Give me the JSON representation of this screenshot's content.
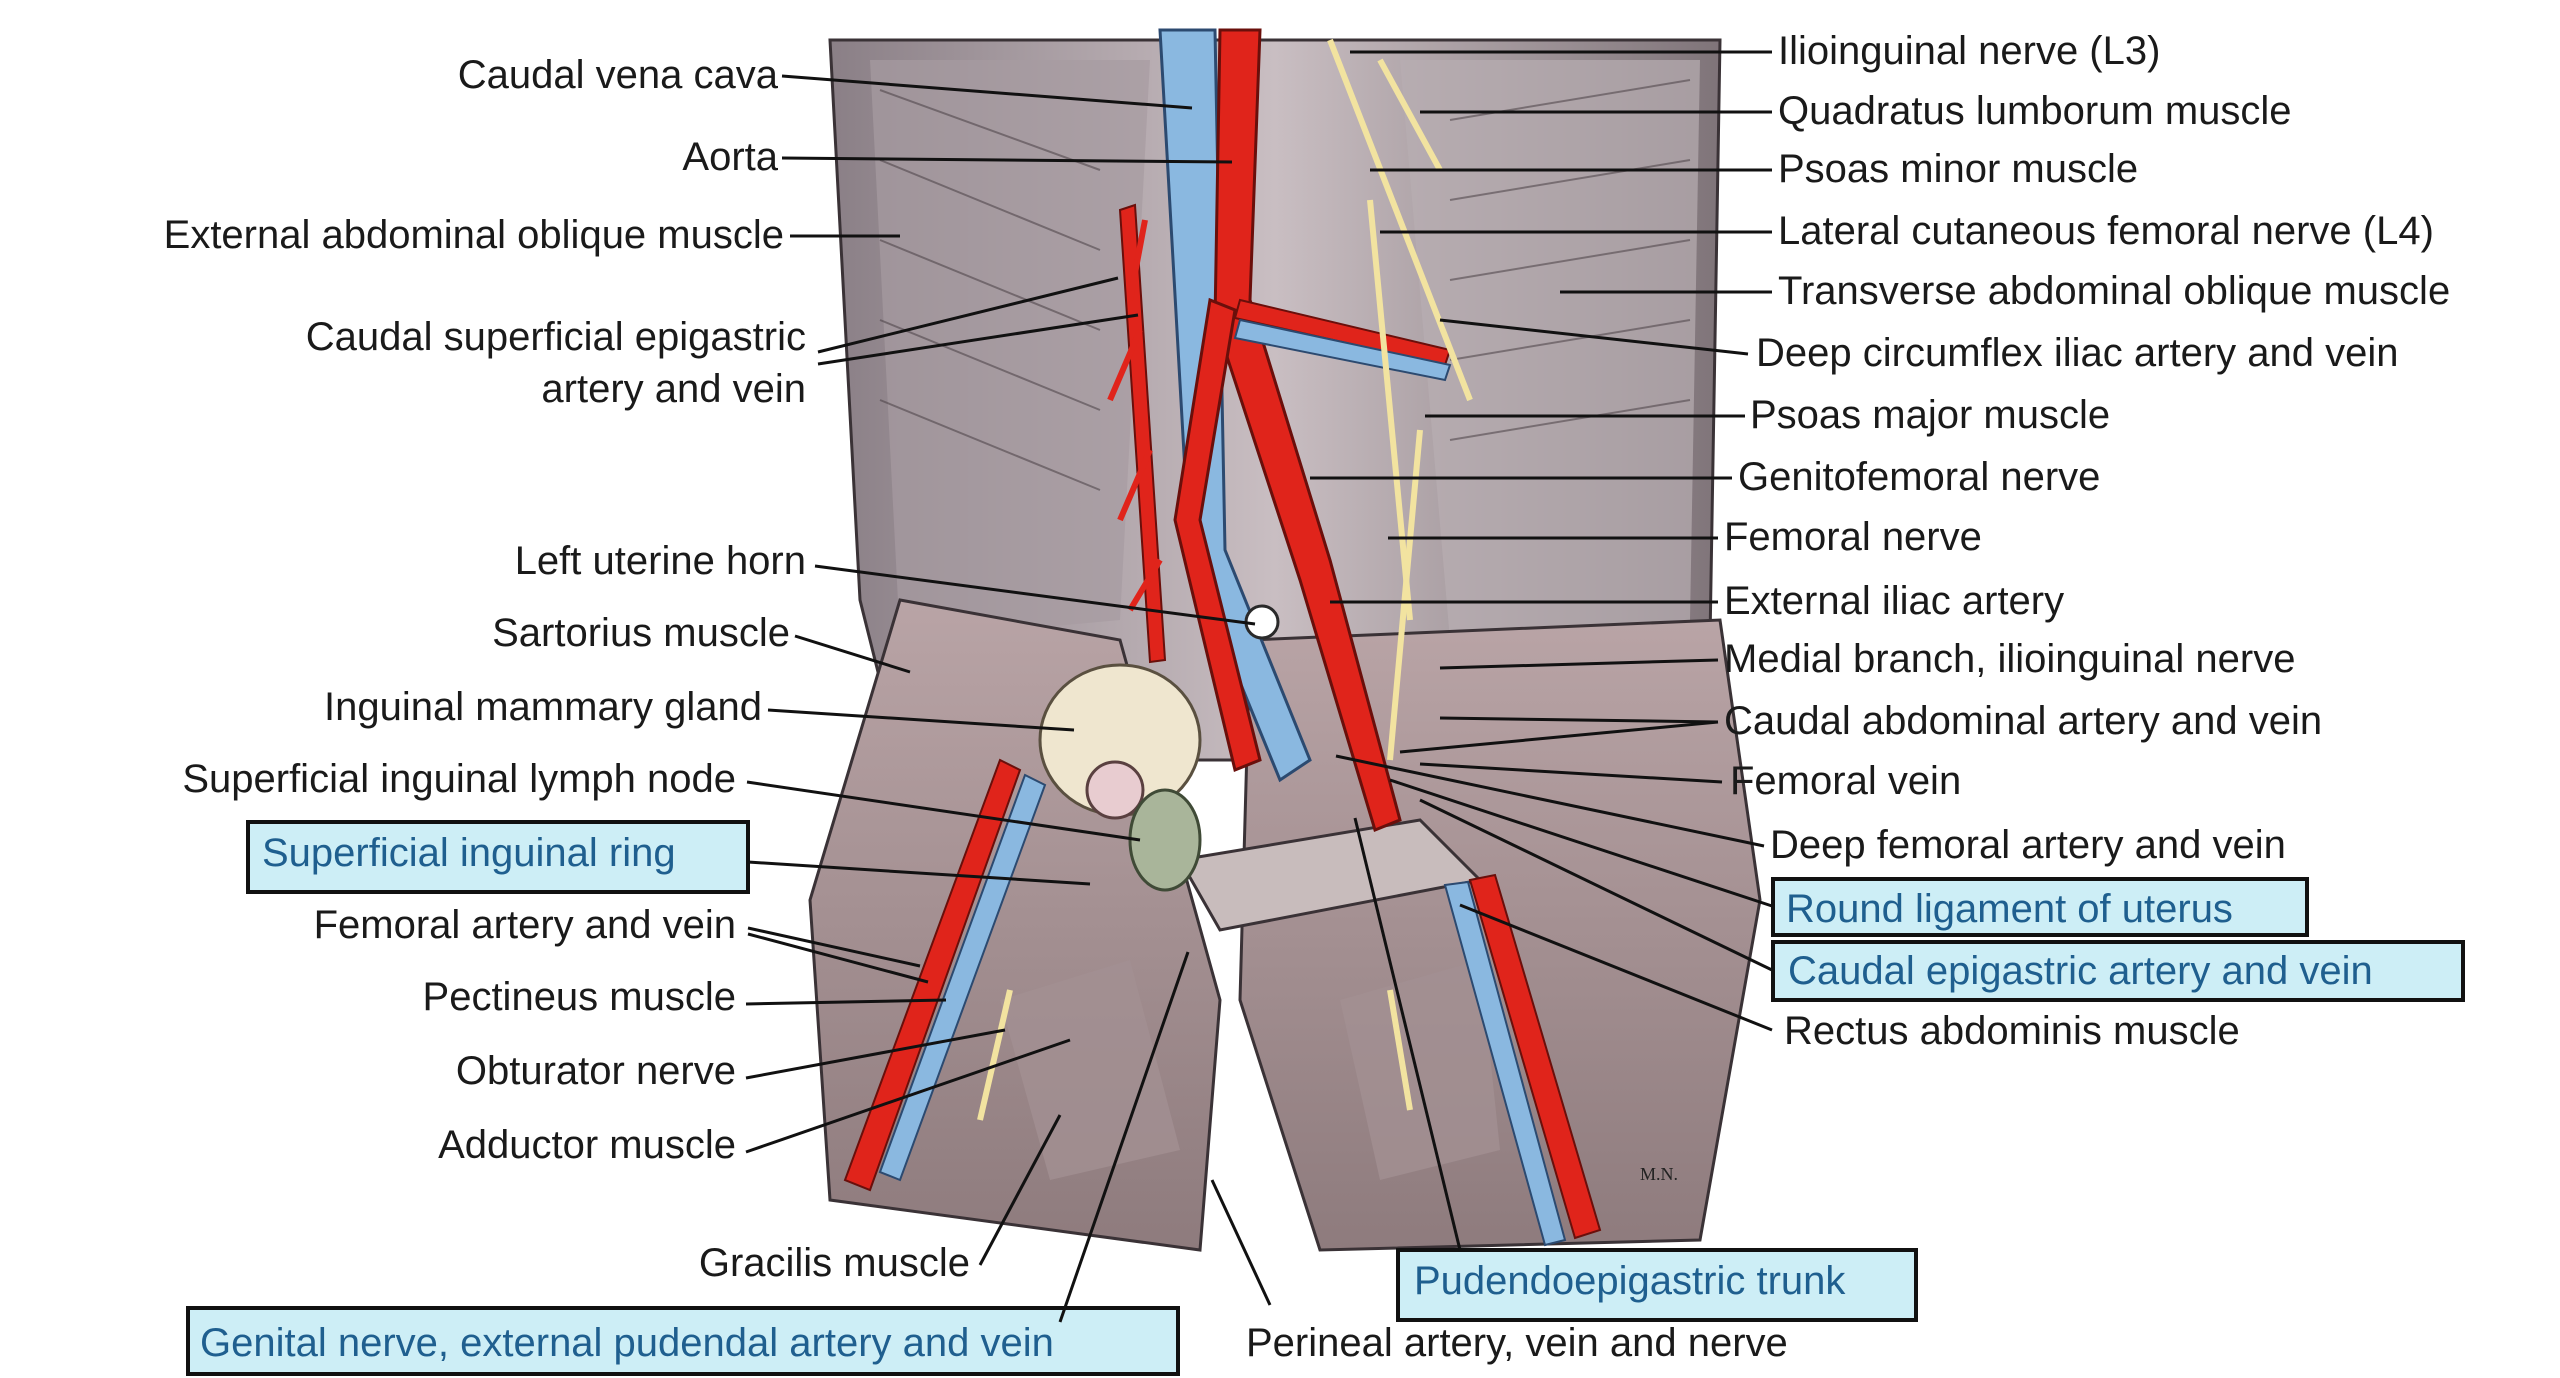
{
  "figure": {
    "signature": "M.N.",
    "labels_left": [
      "Caudal vena cava",
      "Aorta",
      "External abdominal oblique muscle",
      "Caudal superficial epigastric",
      "artery and vein",
      "Left uterine horn",
      "Sartorius muscle",
      "Inguinal mammary gland",
      "Superficial inguinal lymph node",
      "Superficial inguinal ring",
      "Femoral artery and vein",
      "Pectineus muscle",
      "Obturator nerve",
      "Adductor muscle",
      "Gracilis muscle",
      "Genital nerve, external pudendal artery and vein"
    ],
    "labels_right": [
      "Ilioinguinal nerve (L3)",
      "Quadratus lumborum muscle",
      "Psoas minor muscle",
      "Lateral cutaneous femoral nerve (L4)",
      "Transverse abdominal oblique muscle",
      "Deep circumflex iliac artery and vein",
      "Psoas major muscle",
      "Genitofemoral nerve",
      "Femoral nerve",
      "External iliac artery",
      "Medial branch, ilioinguinal nerve",
      "Caudal abdominal artery and vein",
      "Femoral vein",
      "Deep femoral artery and vein",
      "Round ligament of uterus",
      "Caudal epigastric artery and vein",
      "Rectus abdominis muscle",
      "Pudendoepigastric trunk",
      "Perineal artery, vein and nerve"
    ],
    "highlight_color": "#cdeef6",
    "artery_color": "#e0241b",
    "vein_color": "#8ab8e0",
    "nerve_color": "#f2e3a0"
  }
}
